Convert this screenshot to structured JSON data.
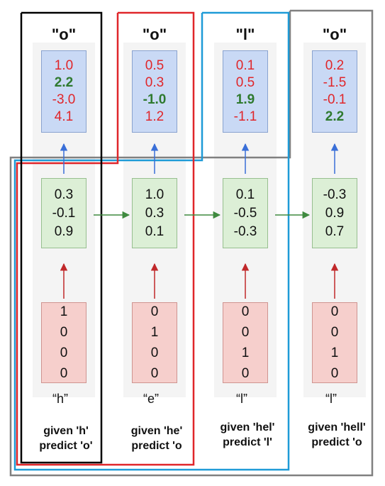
{
  "colors": {
    "black_frame": "#000000",
    "red_frame": "#e0262a",
    "blue_frame": "#1e9bd7",
    "gray_frame": "#808080",
    "output_box": "#c9d9f5",
    "hidden_box": "#dcefd6",
    "input_box": "#f6cfcc",
    "value_red": "#e0262a",
    "value_green": "#2f7a2f",
    "arrow_blue": "#3a6fd8",
    "arrow_red": "#c0282a",
    "arrow_green": "#3f8a3f"
  },
  "steps": [
    {
      "output_label": "\"o\"",
      "output_values": [
        {
          "text": "1.0",
          "highlight": false
        },
        {
          "text": "2.2",
          "highlight": true
        },
        {
          "text": "-3.0",
          "highlight": false
        },
        {
          "text": "4.1",
          "highlight": false
        }
      ],
      "hidden_values": [
        "0.3",
        "-0.1",
        "0.9"
      ],
      "input_values": [
        "1",
        "0",
        "0",
        "0"
      ],
      "input_char": "“h”",
      "caption": [
        "given 'h'",
        "predict 'o'"
      ]
    },
    {
      "output_label": "\"o\"",
      "output_values": [
        {
          "text": "0.5",
          "highlight": false
        },
        {
          "text": "0.3",
          "highlight": false
        },
        {
          "text": "-1.0",
          "highlight": true
        },
        {
          "text": "1.2",
          "highlight": false
        }
      ],
      "hidden_values": [
        "1.0",
        "0.3",
        "0.1"
      ],
      "input_values": [
        "0",
        "1",
        "0",
        "0"
      ],
      "input_char": "“e”",
      "caption": [
        "given 'he'",
        "predict 'o"
      ]
    },
    {
      "output_label": "\"l\"",
      "output_values": [
        {
          "text": "0.1",
          "highlight": false
        },
        {
          "text": "0.5",
          "highlight": false
        },
        {
          "text": "1.9",
          "highlight": true
        },
        {
          "text": "-1.1",
          "highlight": false
        }
      ],
      "hidden_values": [
        "0.1",
        "-0.5",
        "-0.3"
      ],
      "input_values": [
        "0",
        "0",
        "1",
        "0"
      ],
      "input_char": "“l”",
      "caption": [
        "given 'hel'",
        "predict 'l'"
      ]
    },
    {
      "output_label": "\"o\"",
      "output_values": [
        {
          "text": "0.2",
          "highlight": false
        },
        {
          "text": "-1.5",
          "highlight": false
        },
        {
          "text": "-0.1",
          "highlight": false
        },
        {
          "text": "2.2",
          "highlight": true
        }
      ],
      "hidden_values": [
        "-0.3",
        "0.9",
        "0.7"
      ],
      "input_values": [
        "0",
        "0",
        "1",
        "0"
      ],
      "input_char": "“l”",
      "caption": [
        "given 'hell'",
        "predict 'o"
      ]
    }
  ]
}
